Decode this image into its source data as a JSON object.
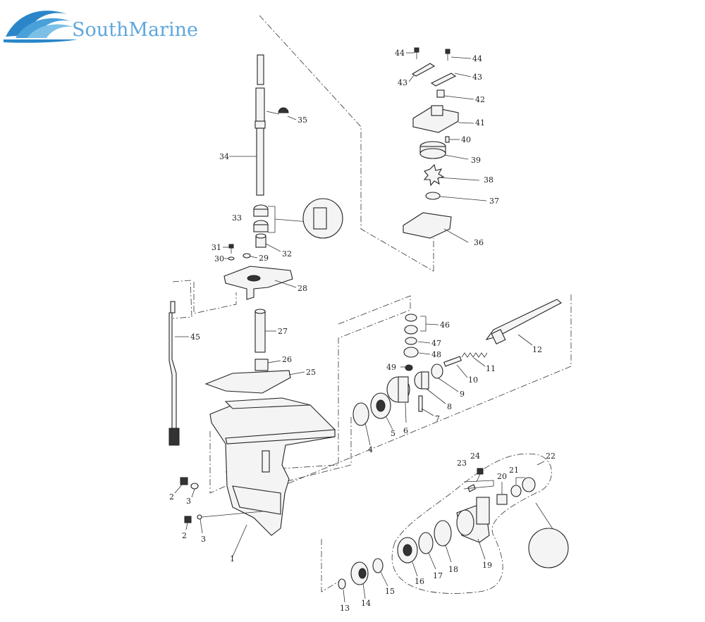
{
  "logo": {
    "text": "SouthMarine",
    "color": "#5fa7dc"
  },
  "labels": {
    "p1": "1",
    "p2a": "2",
    "p2b": "2",
    "p3a": "3",
    "p3b": "3",
    "p4": "4",
    "p5": "5",
    "p6": "6",
    "p7": "7",
    "p8": "8",
    "p9": "9",
    "p10": "10",
    "p11": "11",
    "p12": "12",
    "p13": "13",
    "p14": "14",
    "p15": "15",
    "p16": "16",
    "p17": "17",
    "p18": "18",
    "p19": "19",
    "p20": "20",
    "p21": "21",
    "p22": "22",
    "p23": "23",
    "p24": "24",
    "p25": "25",
    "p26": "26",
    "p27": "27",
    "p28": "28",
    "p29": "29",
    "p30": "30",
    "p31": "31",
    "p32": "32",
    "p33": "33",
    "p34": "34",
    "p35": "35",
    "p36": "36",
    "p37": "37",
    "p38": "38",
    "p39": "39",
    "p40": "40",
    "p41": "41",
    "p42": "42",
    "p43a": "43",
    "p43b": "43",
    "p44a": "44",
    "p44b": "44",
    "p45": "45",
    "p46": "46",
    "p47": "47",
    "p48": "48",
    "p49": "49"
  }
}
